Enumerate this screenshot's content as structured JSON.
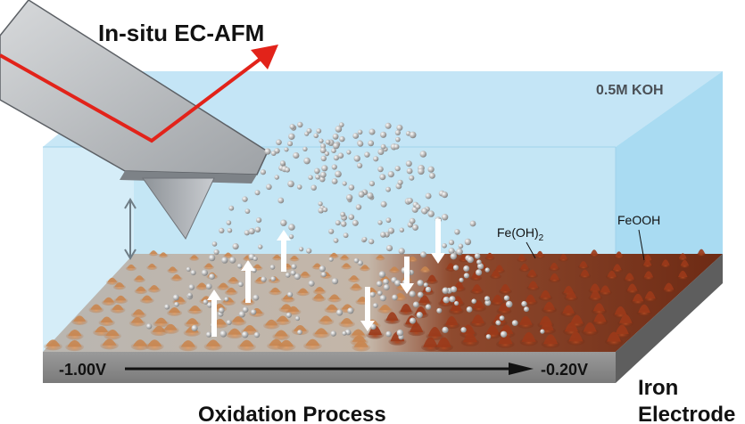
{
  "title": "In-situ EC-AFM",
  "electrolyte": "0.5M KOH",
  "species": {
    "hydroxide": "Fe(OH)",
    "hydroxide_sub": "2",
    "oxyhydroxide": "FeOOH"
  },
  "potential": {
    "start": "-1.00V",
    "end": "-0.20V"
  },
  "process": "Oxidation Process",
  "electrode": {
    "line1": "Iron",
    "line2": "Electrode"
  },
  "colors": {
    "electrolyte": "#bfe3f5",
    "laser": "#e2231a",
    "early_deposit": "#c8874f",
    "late_deposit": "#8a3218",
    "electrode_side": "#8c8c8c"
  }
}
